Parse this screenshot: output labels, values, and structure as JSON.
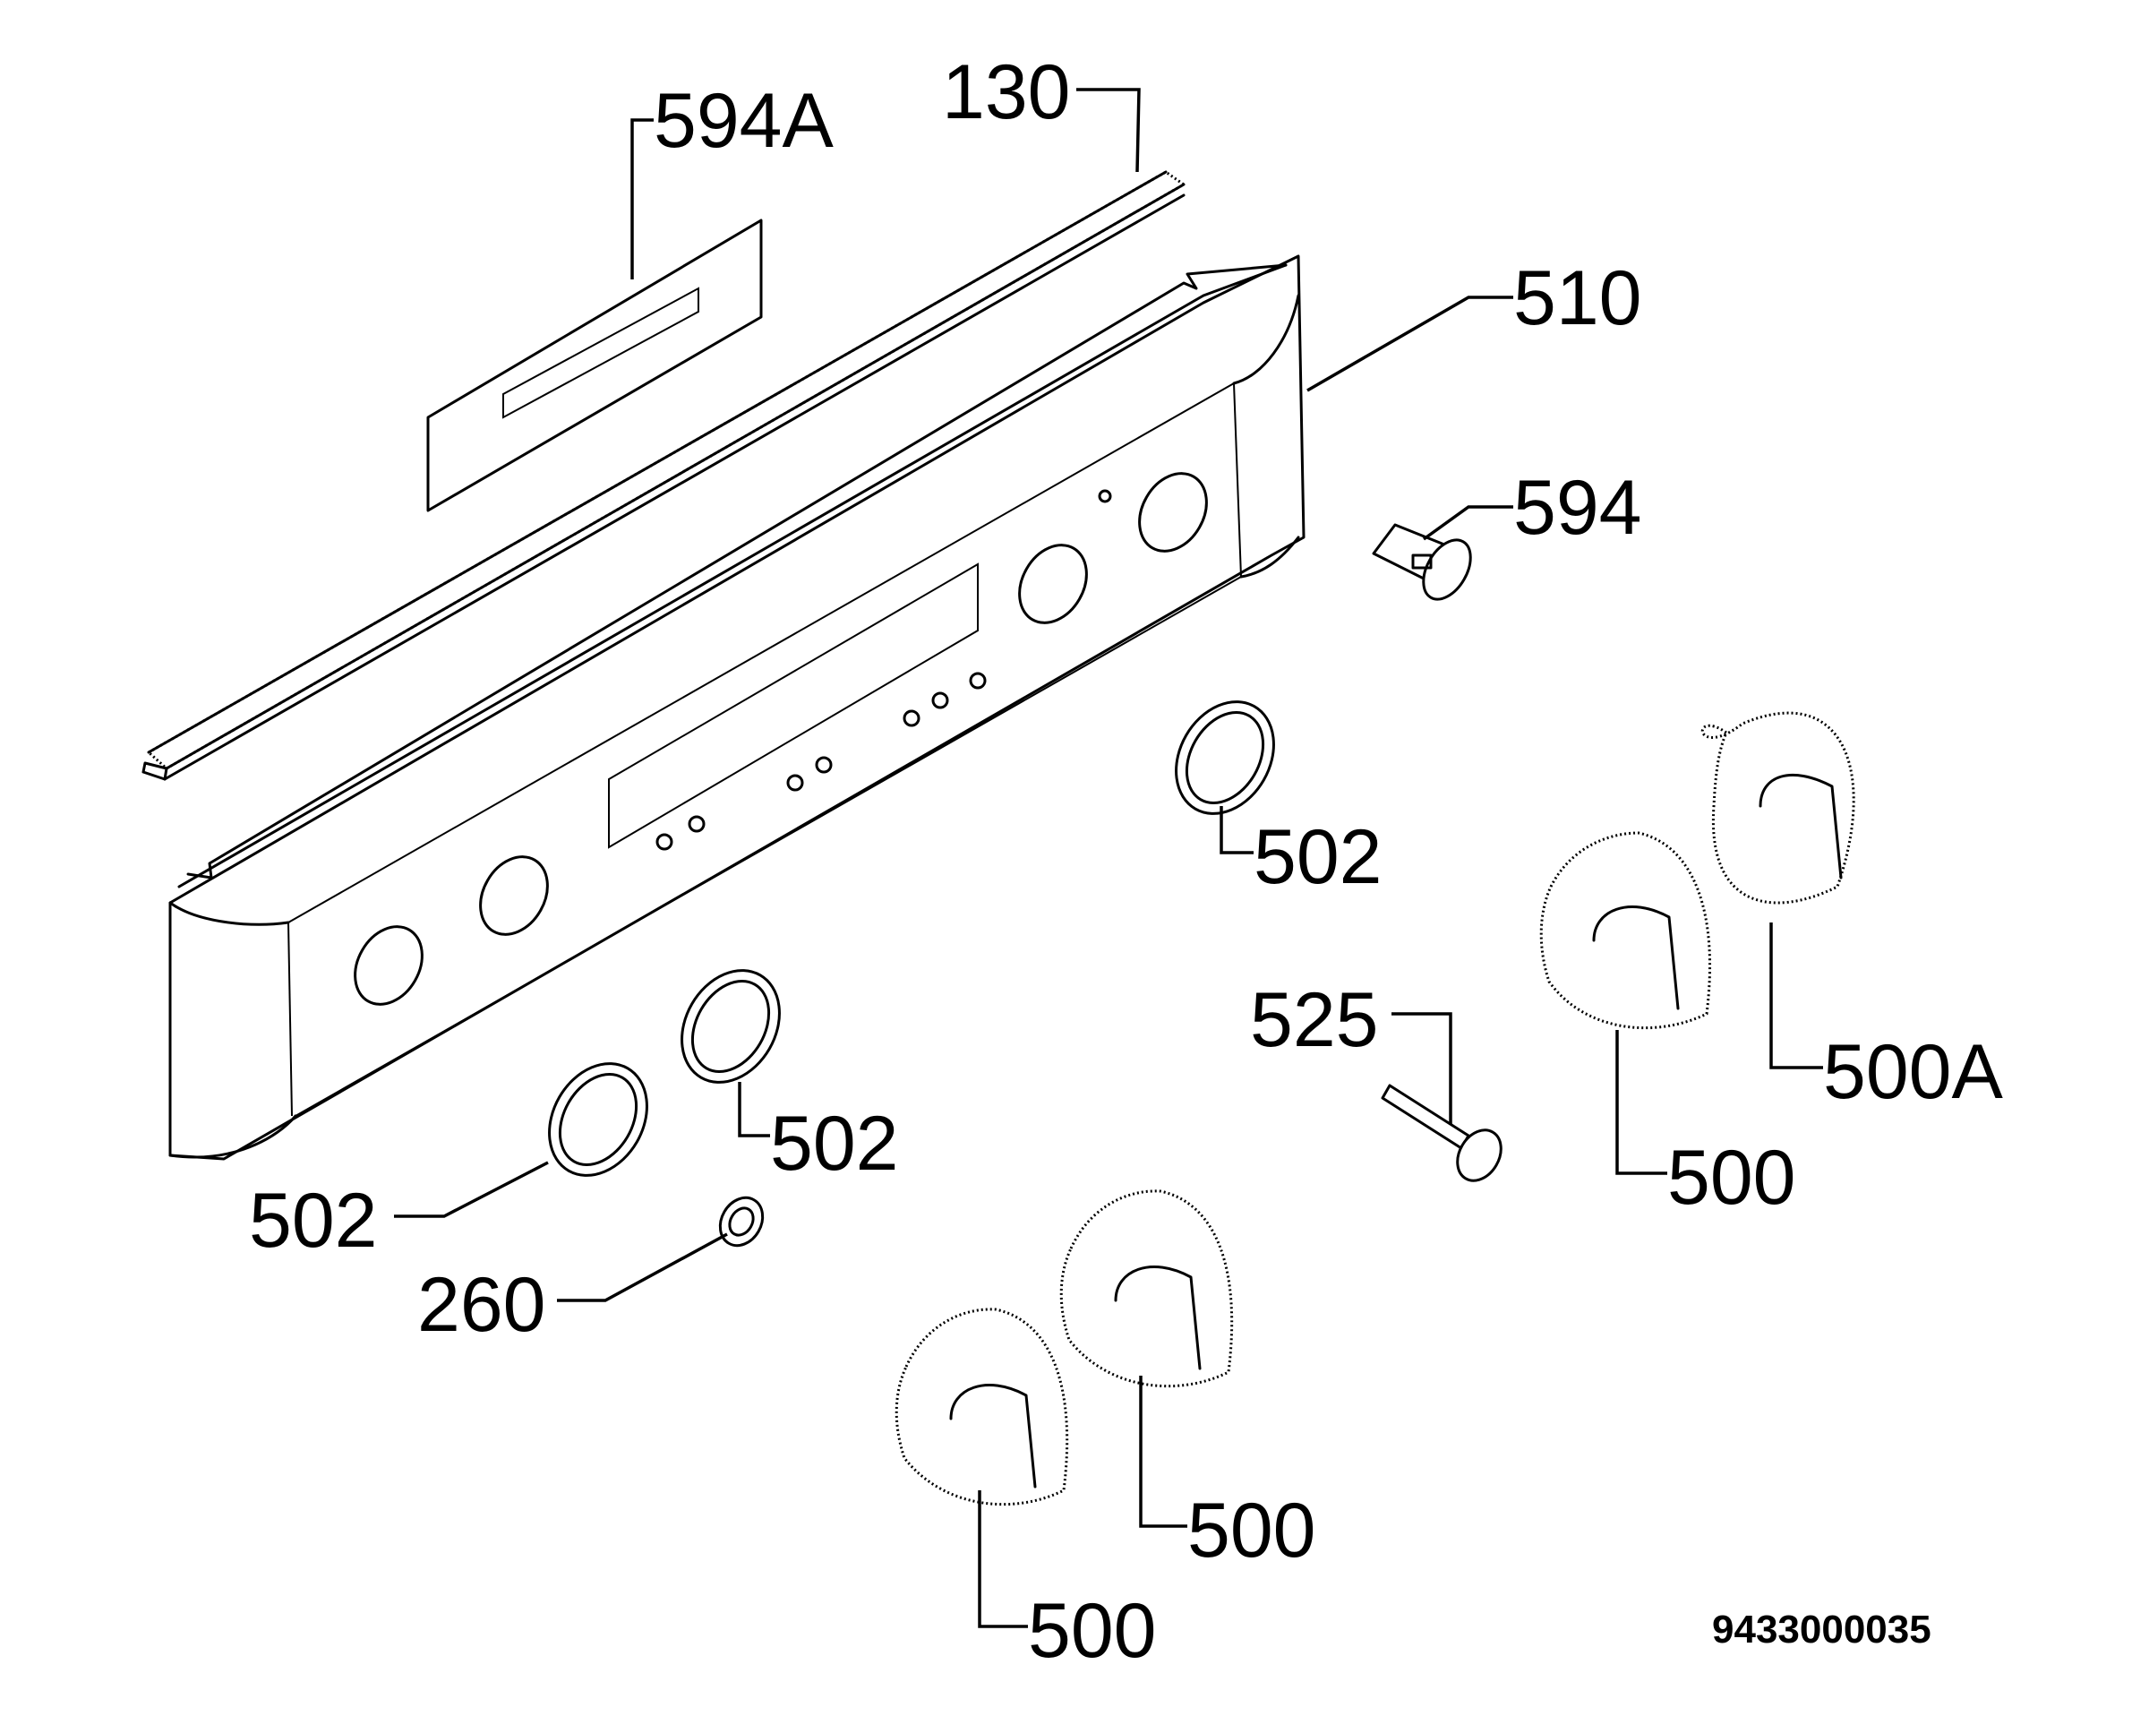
{
  "labels": {
    "p594A": "594A",
    "p130": "130",
    "p510": "510",
    "p594": "594",
    "p502_mid": "502",
    "p502_center": "502",
    "p502_left": "502",
    "p525": "525",
    "p500A": "500A",
    "p500_right": "500",
    "p260": "260",
    "p500_upper": "500",
    "p500_lower": "500"
  },
  "diagram_code": "9433000035"
}
